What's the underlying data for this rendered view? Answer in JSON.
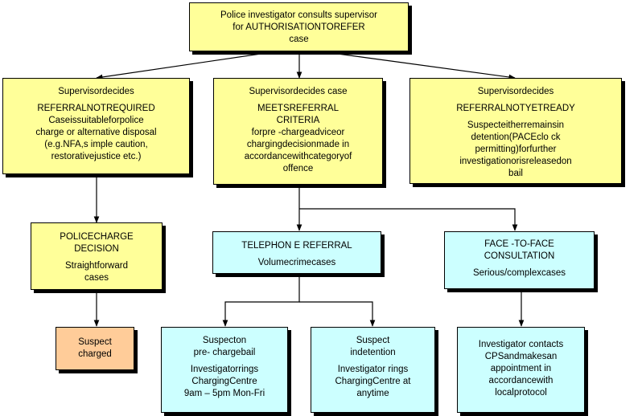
{
  "nodes": {
    "top": {
      "lines": [
        "Police investigator consults supervisor",
        "for AUTHORISATIONTOREFER",
        "case"
      ]
    },
    "not_required": {
      "title": "Supervisordecides",
      "heading": "REFERRALNOTREQUIRED",
      "body": [
        "Caseissuitableforpolice",
        "charge or alternative  disposal",
        "(e.g.NFA,s   imple caution,",
        "restorativejustice    etc.)"
      ]
    },
    "meets_criteria": {
      "title": "Supervisordecides   case",
      "heading": [
        "MEETSREFERRAL",
        "CRITERIA"
      ],
      "body": [
        "forpre -chargeadviceor",
        "chargingdecisionmade     in",
        "accordancewithcategoryof",
        "offence"
      ]
    },
    "not_yet_ready": {
      "title": "Supervisordecides",
      "heading": "REFERRALNOTYETREADY",
      "body": [
        "Suspecteitherremainsin",
        "detention(PACEclo    ck",
        "permitting)forfurther",
        "investigationorisreleasedon",
        "bail"
      ]
    },
    "police_charge": {
      "heading": [
        "POLICECHARGE",
        "DECISION"
      ],
      "body": [
        "Straightforward",
        "cases"
      ]
    },
    "telephone": {
      "heading": "TELEPHON  E REFERRAL",
      "body": "Volumecrimecases"
    },
    "face_to_face": {
      "heading": [
        "FACE -TO-FACE",
        "CONSULTATION"
      ],
      "body": "Serious/complexcases"
    },
    "charged": {
      "lines": [
        "Suspect",
        "charged"
      ]
    },
    "bail": {
      "heading": [
        "Suspecton",
        "pre- chargebail"
      ],
      "body": [
        "Investigatorrings",
        "ChargingCentre",
        "9am – 5pm Mon-Fri"
      ]
    },
    "detention": {
      "heading": [
        "Suspect",
        "indetention"
      ],
      "body": [
        "Investigator rings",
        "ChargingCentre    at",
        "anytime"
      ]
    },
    "cps": {
      "lines": [
        "Investigator contacts",
        "CPSandmakesan",
        "appointment  in",
        "accordancewith",
        "localprotocol"
      ]
    }
  },
  "colors": {
    "yellow": "#ffff99",
    "cyan": "#ccffff",
    "orange": "#ffcc99",
    "line": "#000000"
  }
}
